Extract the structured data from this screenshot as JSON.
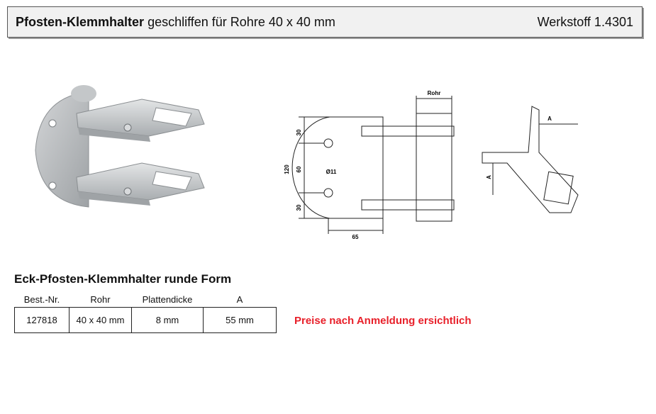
{
  "header": {
    "title_bold": "Pfosten-Klemmhalter",
    "title_rest": "geschliffen für Rohre 40 x 40 mm",
    "material": "Werkstoff 1.4301"
  },
  "drawing": {
    "label_rohr": "Rohr",
    "dim_30_top": "30",
    "dim_60": "60",
    "dim_30_bottom": "30",
    "dim_120": "120",
    "dim_65": "65",
    "dim_hole": "Ø11",
    "label_a_top": "A",
    "label_a_left": "A"
  },
  "section": {
    "title": "Eck-Pfosten-Klemmhalter runde Form"
  },
  "table": {
    "headers": [
      "Best.-Nr.",
      "Rohr",
      "Plattendicke",
      "A"
    ],
    "rows": [
      [
        "127818",
        "40 x 40 mm",
        "8 mm",
        "55 mm"
      ]
    ]
  },
  "price_note": "Preise nach Anmeldung ersichtlich",
  "colors": {
    "price_note": "#e8202a",
    "metal": "#b9bcbf"
  }
}
